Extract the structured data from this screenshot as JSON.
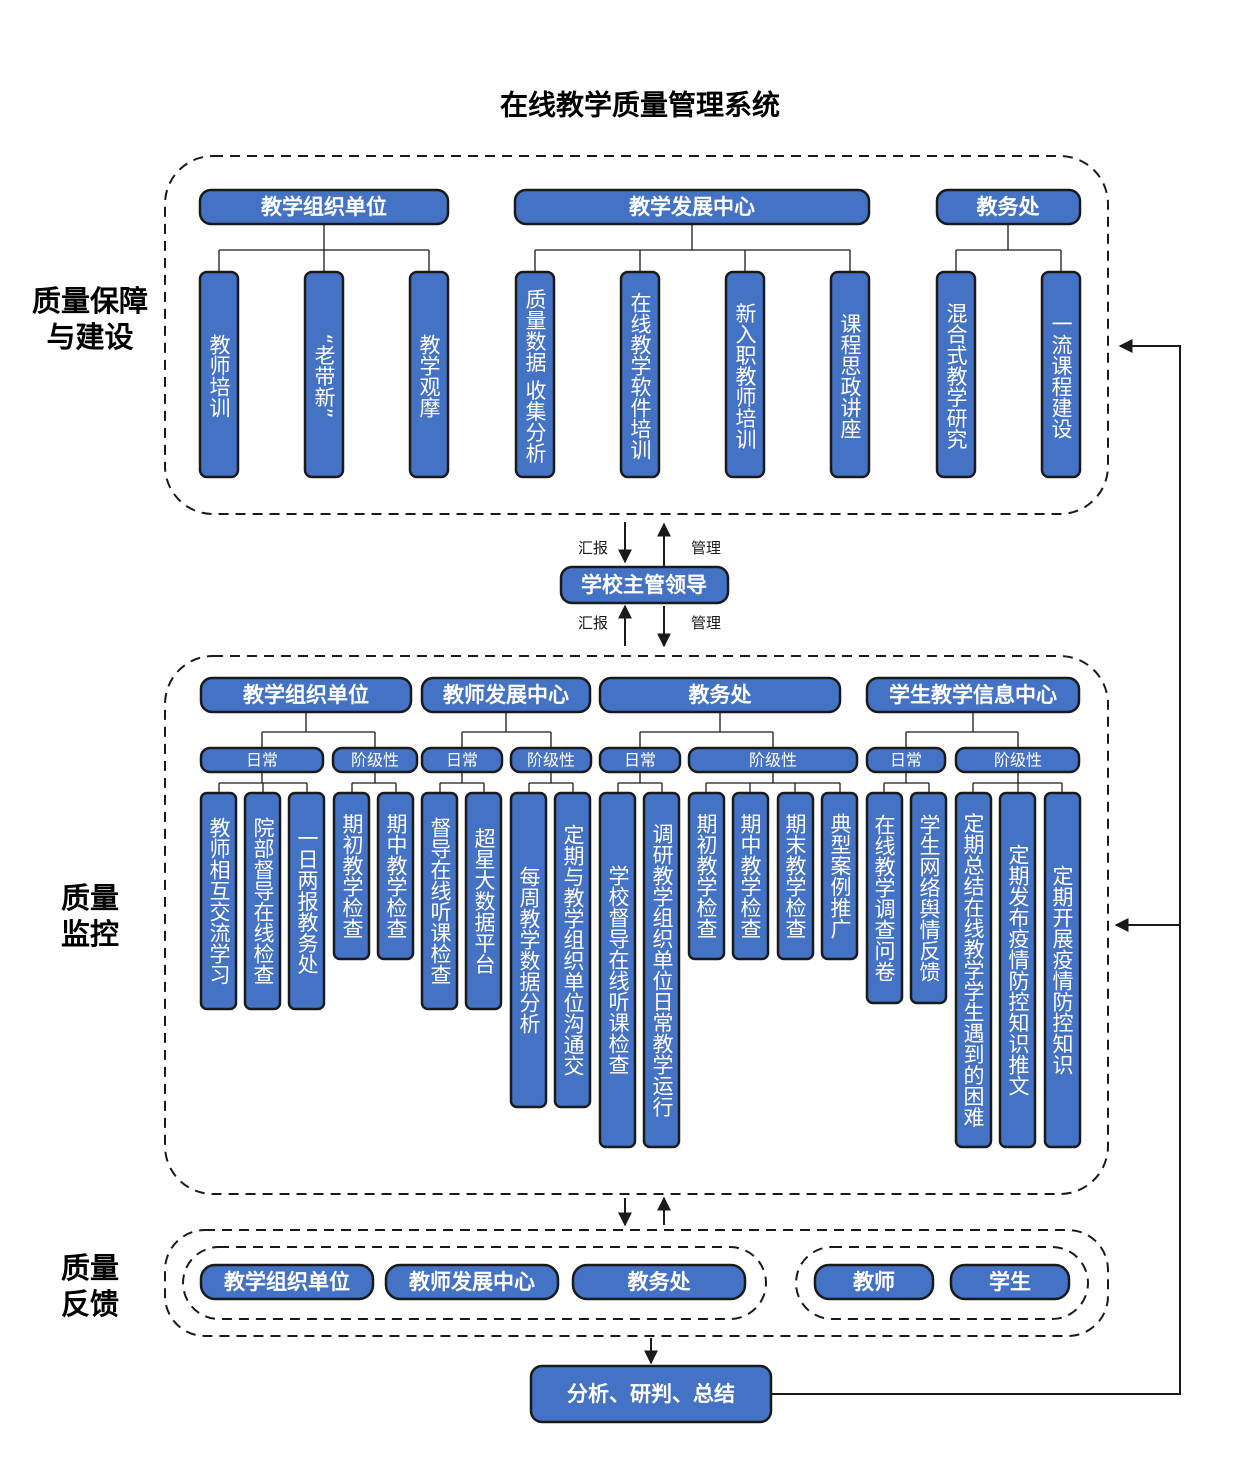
{
  "title": "在线教学质量管理系统",
  "section_labels": {
    "guarantee": [
      "质量保障",
      "与建设"
    ],
    "monitor": [
      "质量",
      "监控"
    ],
    "feedback": [
      "质量",
      "反馈"
    ]
  },
  "guarantee": {
    "groups": [
      {
        "name": "教学组织单位",
        "items": [
          "教师培训",
          "“老带新”",
          "教学观摩"
        ]
      },
      {
        "name": "教学发展中心",
        "items": [
          "质量数据 收集分析",
          "在线教学软件培训",
          "新入职教师培训",
          "课程思政讲座"
        ]
      },
      {
        "name": "教务处",
        "items": [
          "混合式教学研究",
          "一流课程建设"
        ]
      }
    ]
  },
  "leader": {
    "label": "学校主管领导",
    "report": "汇报",
    "manage": "管理"
  },
  "monitor": {
    "groups": [
      {
        "name": "教学组织单位",
        "daily": {
          "label": "日常",
          "items": [
            "教师相互交流学习",
            "院部督导在线检查",
            "一日两报教务处"
          ]
        },
        "stage": {
          "label": "阶级性",
          "items": [
            "期初教学检查",
            "期中教学检查"
          ]
        }
      },
      {
        "name": "教师发展中心",
        "daily": {
          "label": "日常",
          "items": [
            "督导在线听课检查",
            "超星大数据平台"
          ]
        },
        "stage": {
          "label": "阶级性",
          "items": [
            "每周教学数据分析",
            "定期与教学组织单位沟通交"
          ]
        }
      },
      {
        "name": "教务处",
        "daily": {
          "label": "日常",
          "items": [
            "学校督导在线听课检查",
            "调研教学组织单位日常教学运行"
          ]
        },
        "stage": {
          "label": "阶级性",
          "items": [
            "期初教学检查",
            "期中教学检查",
            "期末教学检查",
            "典型案例推广"
          ]
        }
      },
      {
        "name": "学生教学信息中心",
        "daily": {
          "label": "日常",
          "items": [
            "在线教学调查问卷",
            "学生网络舆情反馈"
          ]
        },
        "stage": {
          "label": "阶级性",
          "items": [
            "定期总结在线教学学生遇到的困难",
            "定期发布疫情防控知识推文",
            "定期开展疫情防控知识"
          ]
        }
      }
    ]
  },
  "feedback": {
    "left": [
      "教学组织单位",
      "教师发展中心",
      "教务处"
    ],
    "right": [
      "教师",
      "学生"
    ]
  },
  "summary": "分析、研判、总结",
  "colors": {
    "box_fill": "#4472c4",
    "box_stroke": "#1a1a1a",
    "text_on_box": "#ffffff"
  }
}
